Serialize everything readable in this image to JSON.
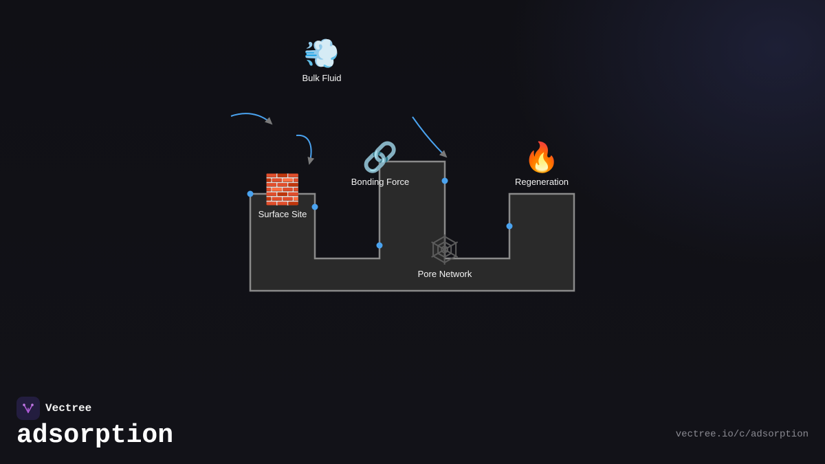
{
  "nodes": {
    "bulk_fluid": {
      "icon": "💨",
      "icon_name": "wind-icon",
      "label": "Bulk Fluid"
    },
    "surface_site": {
      "icon": "🧱",
      "icon_name": "brick-icon",
      "label": "Surface Site"
    },
    "bonding_force": {
      "icon": "🔗",
      "icon_name": "link-icon",
      "label": "Bonding Force"
    },
    "regeneration": {
      "icon": "🔥",
      "icon_name": "fire-icon",
      "label": "Regeneration"
    },
    "pore_network": {
      "icon": "🕸",
      "icon_name": "spider-web-icon",
      "label": "Pore Network"
    }
  },
  "colors": {
    "background": "#111117",
    "solid_fill": "#2a2a2a",
    "solid_stroke": "#8a8a8a",
    "arrow_stroke": "#4aa3f0",
    "arrow_head": "#777777",
    "dot": "#4aa3f0"
  },
  "brand": {
    "name": "Vectree",
    "logo_icon": "vectree-logo-icon"
  },
  "title": "adsorption",
  "footer": {
    "url": "vectree.io/c/adsorption"
  }
}
